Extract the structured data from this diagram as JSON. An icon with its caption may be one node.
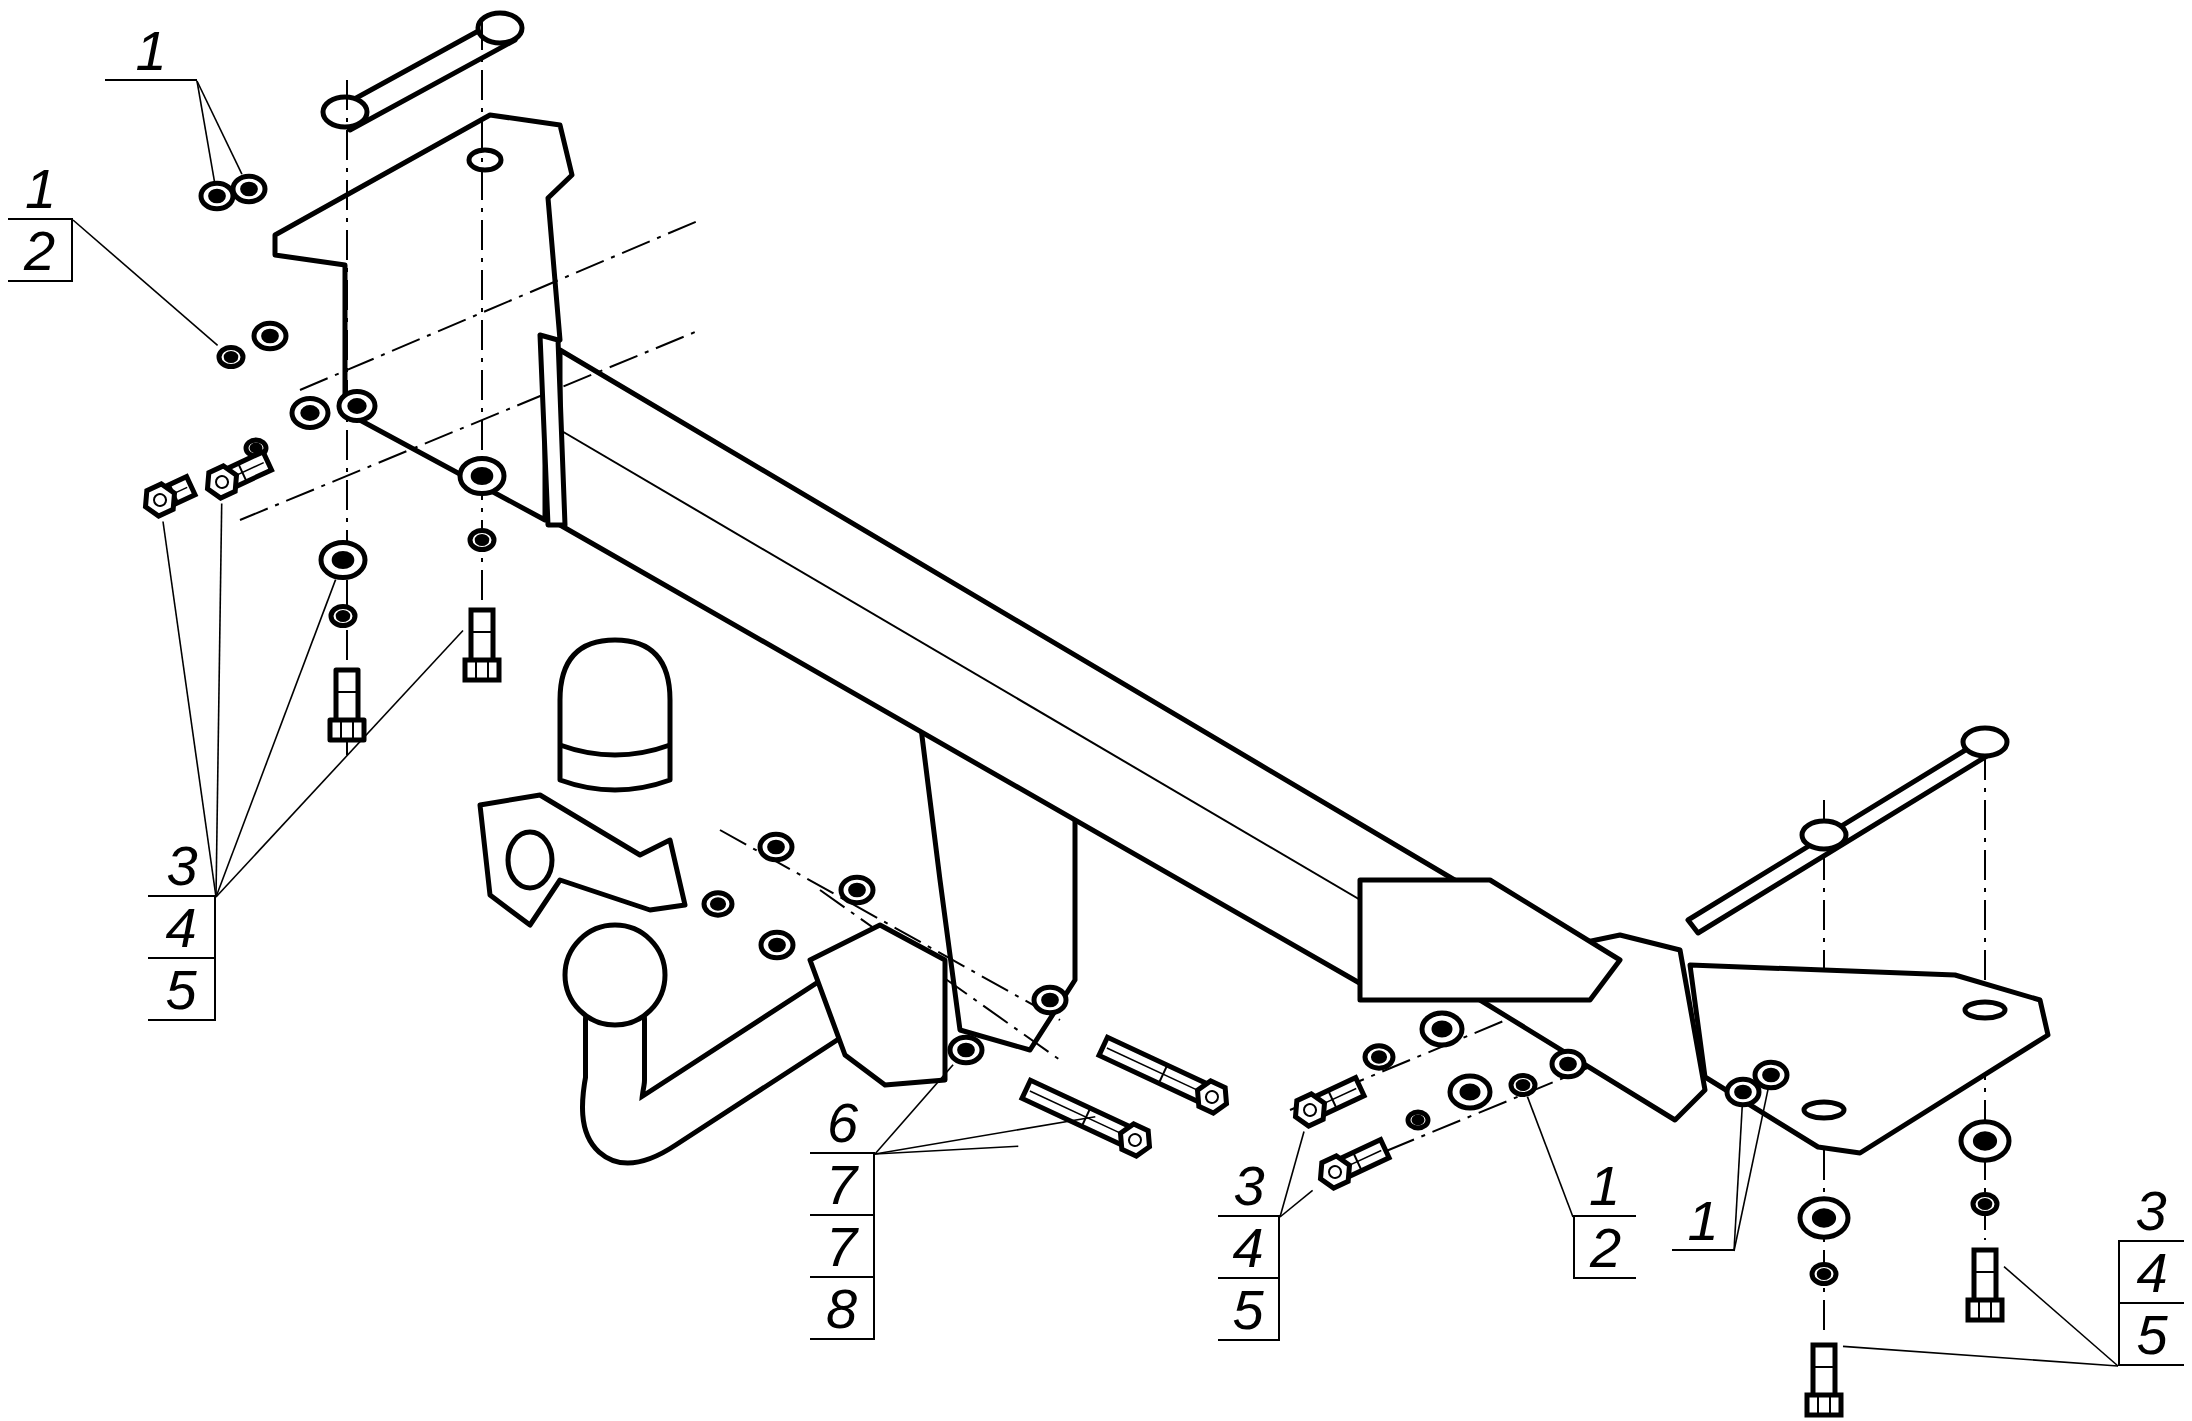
{
  "diagram": {
    "nodes": [
      {
        "text": [
          "1"
        ]
      },
      {
        "text": [
          "1",
          "2"
        ]
      },
      {
        "text": [
          "3",
          "4",
          "5"
        ]
      },
      {
        "text": [
          "6",
          "7",
          "7",
          "8"
        ]
      },
      {
        "text": [
          "3",
          "4",
          "5"
        ]
      },
      {
        "text": [
          "1",
          "2"
        ]
      },
      {
        "text": [
          "1"
        ]
      },
      {
        "text": [
          "3",
          "4",
          "5"
        ]
      },
      {
        "text": [],
        "shape": "picture"
      },
      {
        "text": [],
        "shape": "picture"
      },
      {
        "text": [],
        "shape": "picture"
      },
      {
        "text": [],
        "shape": "picture"
      },
      {
        "text": [],
        "shape": "picture"
      },
      {
        "text": [],
        "shape": "picture"
      },
      {
        "text": [],
        "shape": "picture"
      },
      {
        "text": [],
        "shape": "picture"
      },
      {
        "text": [],
        "shape": "picture"
      },
      {
        "text": [],
        "shape": "picture"
      },
      {
        "text": [],
        "shape": "picture"
      },
      {
        "text": [],
        "shape": "picture"
      },
      {
        "text": [],
        "shape": "picture"
      },
      {
        "text": [],
        "shape": "picture"
      },
      {
        "text": [],
        "shape": "picture"
      },
      {
        "text": [],
        "shape": "picture"
      },
      {
        "text": [],
        "shape": "picture"
      }
    ],
    "edges": [
      {
        "from": 0,
        "to": 8,
        "arrow": "none"
      },
      {
        "from": 0,
        "to": 9,
        "arrow": "none"
      },
      {
        "from": 1,
        "to": 10,
        "arrow": "none"
      },
      {
        "from": 2,
        "to": 11,
        "arrow": "none"
      },
      {
        "from": 2,
        "to": 12,
        "arrow": "none"
      },
      {
        "from": 2,
        "to": 13,
        "arrow": "none"
      },
      {
        "from": 2,
        "to": 14,
        "arrow": "none"
      },
      {
        "from": 3,
        "to": 15,
        "arrow": "none"
      },
      {
        "from": 3,
        "to": 16,
        "arrow": "none"
      },
      {
        "from": 3,
        "to": 17,
        "arrow": "none"
      },
      {
        "from": 4,
        "to": 18,
        "arrow": "none"
      },
      {
        "from": 4,
        "to": 19,
        "arrow": "none"
      },
      {
        "from": 5,
        "to": 20,
        "arrow": "none"
      },
      {
        "from": 6,
        "to": 21,
        "arrow": "none"
      },
      {
        "from": 6,
        "to": 22,
        "arrow": "none"
      },
      {
        "from": 7,
        "to": 23,
        "arrow": "none"
      },
      {
        "from": 7,
        "to": 24,
        "arrow": "none"
      }
    ]
  }
}
